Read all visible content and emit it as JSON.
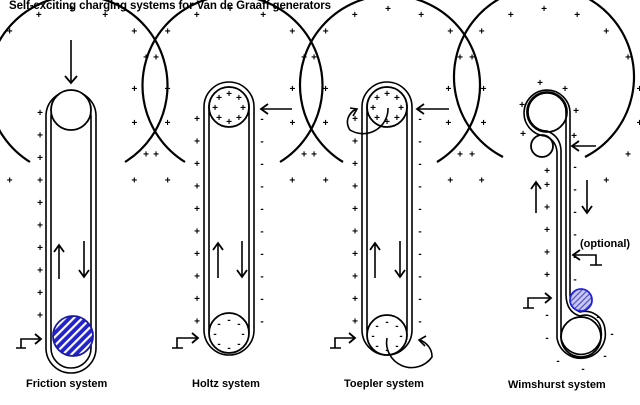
{
  "title": "Self-exciting charging systems for  Van de Graaff generators",
  "colors": {
    "line": "#000000",
    "roller_fill": "#2222cc",
    "roller_hatch": "#ffffff",
    "background": "#ffffff"
  },
  "symbols": {
    "positive": "+",
    "negative": "-"
  },
  "systems": [
    {
      "id": "friction",
      "label": "Friction system",
      "top_roller_charge": "none",
      "bottom_roller": "hatched-blue",
      "belt_left_charge": "+",
      "belt_right_charge": "none",
      "dome_connection": "top-arrow"
    },
    {
      "id": "holtz",
      "label": "Holtz system",
      "top_roller_charge": "+",
      "bottom_roller_charge": "-",
      "belt_left_charge": "+",
      "belt_right_charge": "-",
      "dome_connection": "side-arrow"
    },
    {
      "id": "toepler",
      "label": "Toepler system",
      "top_roller_charge": "+",
      "bottom_roller_charge": "-",
      "belt_left_charge": "+",
      "belt_right_charge": "-",
      "dome_connection": "side-arrow-with-loops"
    },
    {
      "id": "wimshurst",
      "label": "Wimshurst system",
      "small_roller": "hatched-blue",
      "annotation": "(optional)",
      "belt_left_charge": "+",
      "belt_right_charge": "-",
      "dome_connection": "side-arrow"
    }
  ]
}
